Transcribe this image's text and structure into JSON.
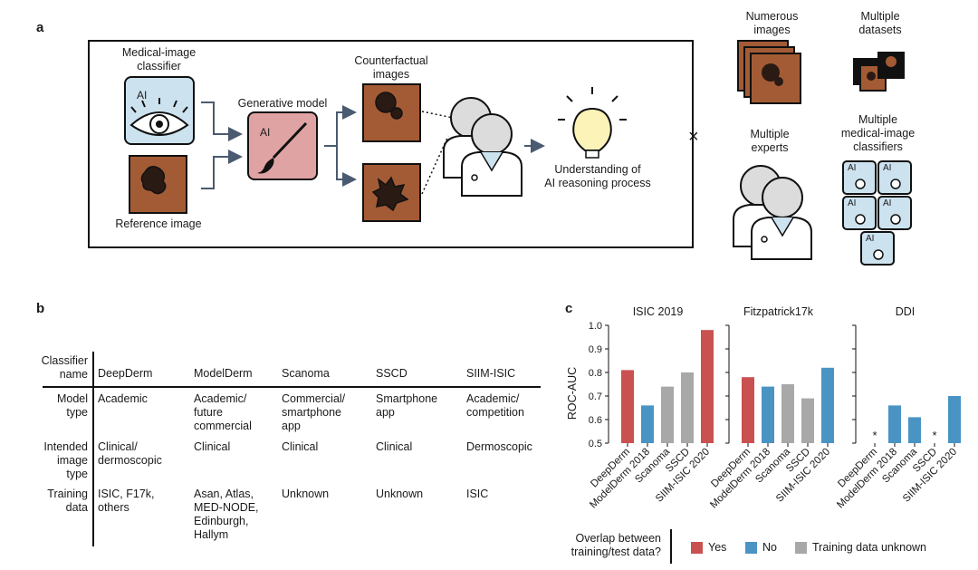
{
  "panel_a": {
    "letter": "a",
    "classifier_label": [
      "Medical-image",
      "classifier"
    ],
    "ai_text": "AI",
    "reference_label": "Reference image",
    "generative_label": "Generative model",
    "counterfactual_label": [
      "Counterfactual",
      "images"
    ],
    "understanding_label": [
      "Understanding of",
      "AI reasoning process"
    ],
    "times_symbol": "×",
    "numerous_label": [
      "Numerous",
      "images"
    ],
    "datasets_label": [
      "Multiple",
      "datasets"
    ],
    "experts_label": [
      "Multiple",
      "experts"
    ],
    "classifiers_label": [
      "Multiple",
      "medical-image",
      "classifiers"
    ]
  },
  "panel_b": {
    "letter": "b",
    "header_label": [
      "Classifier",
      "name"
    ],
    "columns": [
      "DeepDerm",
      "ModelDerm",
      "Scanoma",
      "SSCD",
      "SIIM-ISIC"
    ],
    "rows": [
      {
        "label": [
          "Model",
          "type"
        ],
        "cells": [
          [
            "Academic"
          ],
          [
            "Academic/",
            "future",
            "commercial"
          ],
          [
            "Commercial/",
            "smartphone",
            "app"
          ],
          [
            "Smartphone",
            "app"
          ],
          [
            "Academic/",
            "competition"
          ]
        ]
      },
      {
        "label": [
          "Intended",
          "image",
          "type"
        ],
        "cells": [
          [
            "Clinical/",
            "dermoscopic"
          ],
          [
            "Clinical"
          ],
          [
            "Clinical"
          ],
          [
            "Clinical"
          ],
          [
            "Dermoscopic"
          ]
        ]
      },
      {
        "label": [
          "Training",
          "data"
        ],
        "cells": [
          [
            "ISIC, F17k,",
            "others"
          ],
          [
            "Asan, Atlas,",
            "MED-NODE,",
            "Edinburgh,",
            "Hallym"
          ],
          [
            "Unknown"
          ],
          [
            "Unknown"
          ],
          [
            "ISIC"
          ]
        ]
      }
    ]
  },
  "panel_c": {
    "letter": "c",
    "ylabel": "ROC-AUC",
    "legend_title": [
      "Overlap between",
      "training/test data?"
    ],
    "legend": [
      {
        "label": "Yes",
        "color": "#c9514f"
      },
      {
        "label": "No",
        "color": "#4a94c4"
      },
      {
        "label": "Training data unknown",
        "color": "#a8a8a8"
      }
    ],
    "missing_marker": "*"
  },
  "chart_data": [
    {
      "type": "bar",
      "title": "ISIC 2019",
      "ylabel": "ROC-AUC",
      "ylim": [
        0.5,
        1.0
      ],
      "yticks": [
        "0.5",
        "0.6",
        "0.7",
        "0.8",
        "0.9",
        "1.0"
      ],
      "categories": [
        "DeepDerm",
        "ModelDerm 2018",
        "Scanoma",
        "SSCD",
        "SIIM-ISIC 2020"
      ],
      "values": [
        0.81,
        0.66,
        0.74,
        0.8,
        0.98
      ],
      "colors": [
        "#c9514f",
        "#4a94c4",
        "#a8a8a8",
        "#a8a8a8",
        "#c9514f"
      ]
    },
    {
      "type": "bar",
      "title": "Fitzpatrick17k",
      "ylim": [
        0.5,
        1.0
      ],
      "categories": [
        "DeepDerm",
        "ModelDerm 2018",
        "Scanoma",
        "SSCD",
        "SIIM-ISIC 2020"
      ],
      "values": [
        0.78,
        0.74,
        0.75,
        0.69,
        0.82
      ],
      "colors": [
        "#c9514f",
        "#4a94c4",
        "#a8a8a8",
        "#a8a8a8",
        "#4a94c4"
      ]
    },
    {
      "type": "bar",
      "title": "DDI",
      "ylim": [
        0.5,
        1.0
      ],
      "categories": [
        "DeepDerm",
        "ModelDerm 2018",
        "Scanoma",
        "SSCD",
        "SIIM-ISIC 2020"
      ],
      "values": [
        null,
        0.66,
        0.61,
        null,
        0.7
      ],
      "colors": [
        "#c9514f",
        "#4a94c4",
        "#4a94c4",
        "#a8a8a8",
        "#4a94c4"
      ]
    }
  ]
}
